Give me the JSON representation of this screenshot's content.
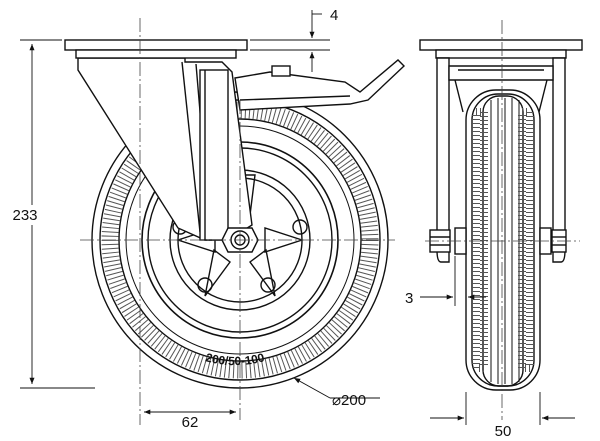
{
  "dimensions": {
    "total_height": "233",
    "plate_thickness": "4",
    "offset": "62",
    "wheel_diameter": "⌀200",
    "wheel_width": "50",
    "hub_gap": "3"
  },
  "tire_marking": "200/50-100"
}
